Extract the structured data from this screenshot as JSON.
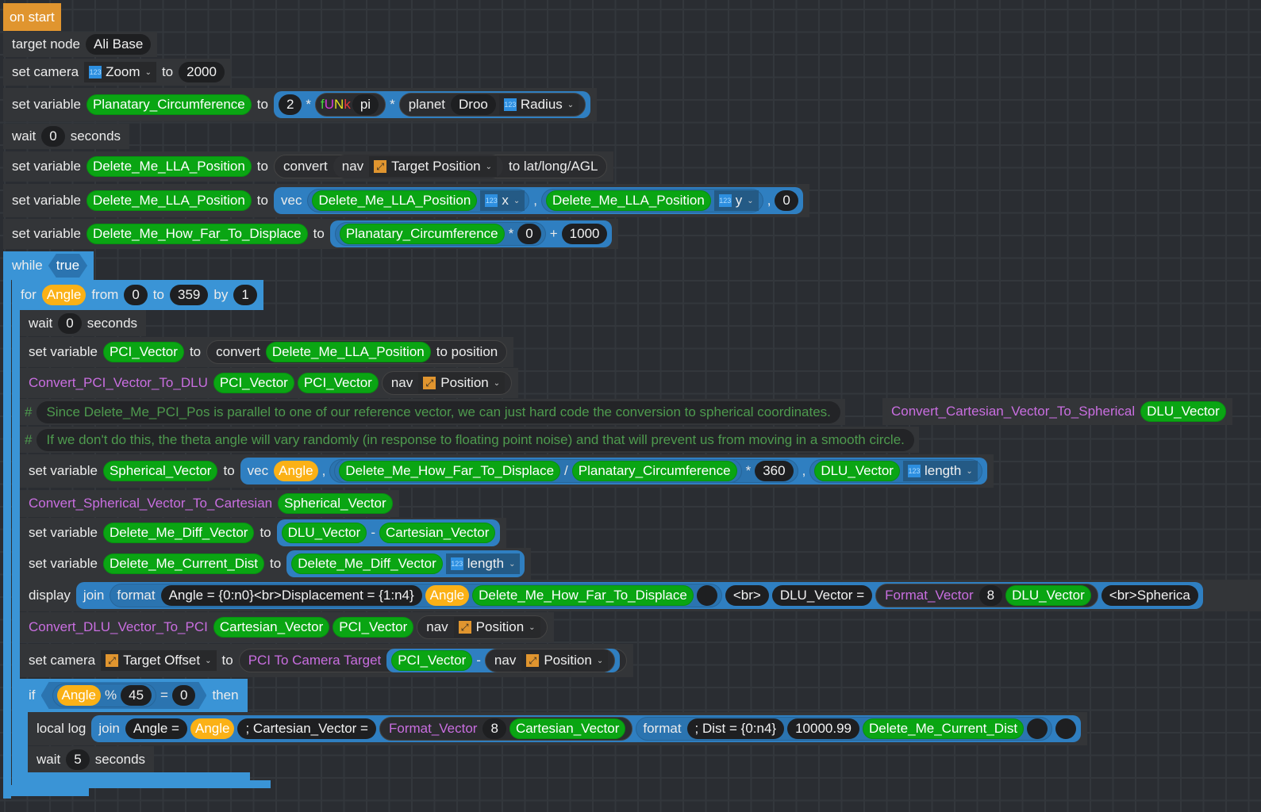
{
  "hat": {
    "label": "on start"
  },
  "rows": {
    "target_node": {
      "kw": "target node",
      "value": "Ali Base"
    },
    "set_camera_zoom": {
      "kw": "set camera",
      "prop": "Zoom",
      "to": "to",
      "value": "2000"
    },
    "set_circ": {
      "kw": "set variable",
      "var": "Planatary_Circumference",
      "to": "to",
      "num": "2",
      "op1": "*",
      "funk": [
        "f",
        "U",
        "N",
        "k"
      ],
      "pi": "pi",
      "op2": "*",
      "planet_kw": "planet",
      "planet": "Droo",
      "prop": "Radius"
    },
    "wait0": {
      "kw": "wait",
      "value": "0",
      "unit": "seconds"
    },
    "set_lla": {
      "kw": "set variable",
      "var": "Delete_Me_LLA_Position",
      "to": "to",
      "convert": "convert",
      "nav": "nav",
      "prop": "Target Position",
      "suffix": "to lat/long/AGL"
    },
    "set_lla2": {
      "kw": "set variable",
      "var": "Delete_Me_LLA_Position",
      "to": "to",
      "vec": "vec",
      "a": "Delete_Me_LLA_Position",
      "ax": "x",
      "b": "Delete_Me_LLA_Position",
      "bx": "y",
      "comma": ",",
      "c": "0"
    },
    "set_disp": {
      "kw": "set variable",
      "var": "Delete_Me_How_Far_To_Displace",
      "to": "to",
      "a": "Planatary_Circumference",
      "op1": "*",
      "b": "0",
      "op2": "+",
      "c": "1000"
    },
    "while": {
      "kw": "while",
      "cond": "true"
    },
    "for": {
      "kw": "for",
      "var": "Angle",
      "from": "from",
      "start": "0",
      "to": "to",
      "end": "359",
      "by": "by",
      "step": "1"
    },
    "wait0b": {
      "kw": "wait",
      "value": "0",
      "unit": "seconds"
    },
    "set_pci": {
      "kw": "set variable",
      "var": "PCI_Vector",
      "to": "to",
      "convert": "convert",
      "src": "Delete_Me_LLA_Position",
      "suffix": "to position"
    },
    "conv_dlu": {
      "fn": "Convert_PCI_Vector_To_DLU",
      "a": "PCI_Vector",
      "b": "PCI_Vector",
      "nav": "nav",
      "prop": "Position"
    },
    "comment1": {
      "hash": "#",
      "text": "Since Delete_Me_PCI_Pos is parallel to one of our reference vector, we can just hard code the conversion to spherical coordinates."
    },
    "floating": {
      "fn": "Convert_Cartesian_Vector_To_Spherical",
      "a": "DLU_Vector"
    },
    "comment2": {
      "hash": "#",
      "text": "If we don't do this, the theta angle will vary randomly (in response to floating point noise) and that will prevent us from moving in a smooth circle."
    },
    "set_sph": {
      "kw": "set variable",
      "var": "Spherical_Vector",
      "to": "to",
      "vec": "vec",
      "angle": "Angle",
      "comma": ",",
      "a": "Delete_Me_How_Far_To_Displace",
      "div": "/",
      "b": "Planatary_Circumference",
      "mul": "*",
      "c": "360",
      "d": "DLU_Vector",
      "prop": "length"
    },
    "conv_cart": {
      "fn": "Convert_Spherical_Vector_To_Cartesian",
      "a": "Spherical_Vector"
    },
    "set_diff": {
      "kw": "set variable",
      "var": "Delete_Me_Diff_Vector",
      "to": "to",
      "a": "DLU_Vector",
      "op": "-",
      "b": "Cartesian_Vector"
    },
    "set_dist": {
      "kw": "set variable",
      "var": "Delete_Me_Current_Dist",
      "to": "to",
      "a": "Delete_Me_Diff_Vector",
      "prop": "length"
    },
    "display": {
      "kw": "display",
      "join": "join",
      "format": "format",
      "fmt": "Angle = {0:n0}<br>Displacement = {1:n4}",
      "angle": "Angle",
      "a": "Delete_Me_How_Far_To_Displace",
      "br": "<br>",
      "dlu_eq": "DLU_Vector =",
      "fv": "Format_Vector",
      "n": "8",
      "b": "DLU_Vector",
      "tail": "<br>Spherica"
    },
    "conv_pci": {
      "fn": "Convert_DLU_Vector_To_PCI",
      "a": "Cartesian_Vector",
      "b": "PCI_Vector",
      "nav": "nav",
      "prop": "Position"
    },
    "set_cam_off": {
      "kw": "set camera",
      "prop": "Target Offset",
      "to": "to",
      "fn": "PCI To Camera Target",
      "a": "PCI_Vector",
      "op": "-",
      "nav": "nav",
      "prop2": "Position"
    },
    "if": {
      "kw": "if",
      "angle": "Angle",
      "mod": "%",
      "n": "45",
      "eq": "=",
      "z": "0",
      "then": "then"
    },
    "local_log": {
      "kw": "local log",
      "join": "join",
      "s1": "Angle =",
      "angle": "Angle",
      "s2": "; Cartesian_Vector =",
      "fv": "Format_Vector",
      "n": "8",
      "a": "Cartesian_Vector",
      "format": "format",
      "fmt": "; Dist = {0:n4}",
      "val": "10000.99",
      "b": "Delete_Me_Current_Dist"
    },
    "wait5": {
      "kw": "wait",
      "value": "5",
      "unit": "seconds"
    }
  },
  "colors": {
    "hat": "#e0952f",
    "variable": "#0aa513",
    "loop": "#3a94d6",
    "function": "#c96ee0",
    "comment": "#4e9a4e",
    "angle": "#fbb116"
  }
}
